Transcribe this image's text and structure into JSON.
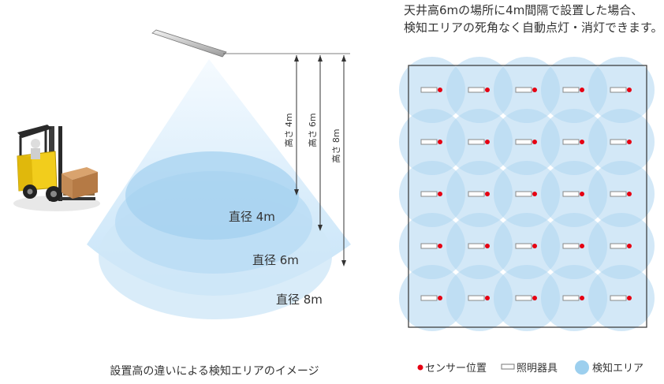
{
  "left": {
    "caption": "設置高の違いによる検知エリアのイメージ",
    "heights": [
      {
        "label": "高さ 4m",
        "value_m": 4
      },
      {
        "label": "高さ 6m",
        "value_m": 6
      },
      {
        "label": "高さ 8m",
        "value_m": 8
      }
    ],
    "diameters": [
      {
        "label": "直径 4m",
        "value_m": 4
      },
      {
        "label": "直径 6m",
        "value_m": 6
      },
      {
        "label": "直径 8m",
        "value_m": 8
      }
    ]
  },
  "right": {
    "title_line1": "天井高6mの場所に4m間隔で設置した場合、",
    "title_line2": "検知エリアの死角なく自動点灯・消灯できます。",
    "grid": {
      "rows": 5,
      "cols": 5
    },
    "legend": {
      "sensor": "センサー位置",
      "fixture": "照明器具",
      "area": "検知エリア"
    }
  },
  "colors": {
    "area_fill": "#aed6f1",
    "sensor_red": "#e60012",
    "outline": "#333333",
    "fixture_gray": "#8a8a8a"
  }
}
